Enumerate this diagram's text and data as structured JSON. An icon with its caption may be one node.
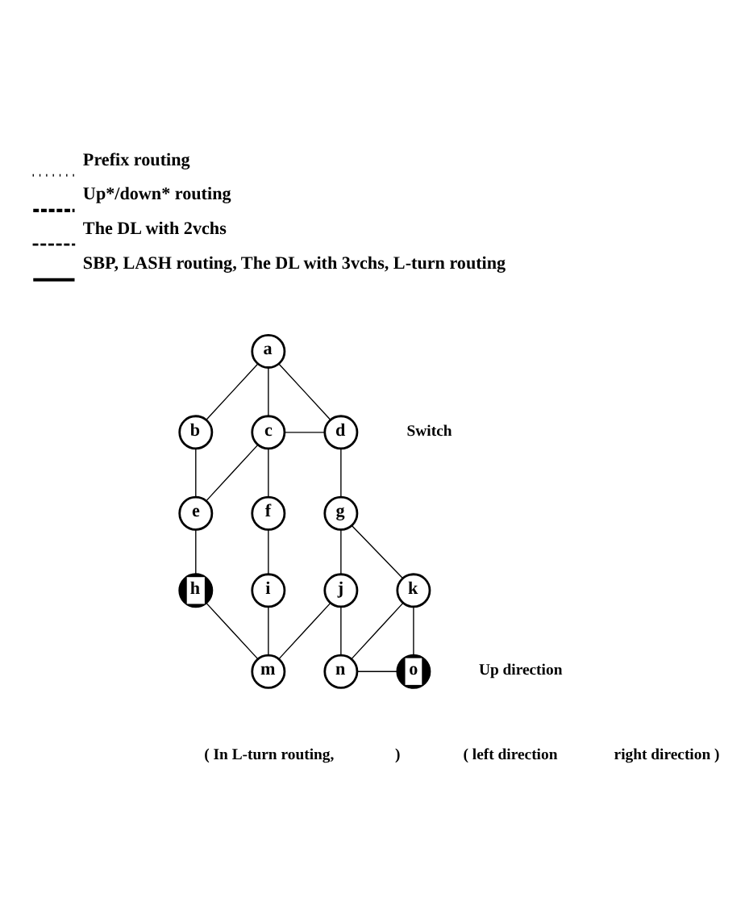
{
  "diagram": {
    "nodes": [
      {
        "text": [
          "a"
        ]
      },
      {
        "text": [
          "b"
        ]
      },
      {
        "text": [
          "c"
        ]
      },
      {
        "text": [
          "d"
        ]
      },
      {
        "text": [
          "e"
        ]
      },
      {
        "text": [
          "f"
        ]
      },
      {
        "text": [
          "g"
        ]
      },
      {
        "text": [
          "h"
        ]
      },
      {
        "text": [
          "i"
        ]
      },
      {
        "text": [
          "j"
        ]
      },
      {
        "text": [
          "k"
        ]
      },
      {
        "text": [
          "m"
        ]
      },
      {
        "text": [
          "n"
        ]
      },
      {
        "text": [
          "o"
        ]
      }
    ],
    "edges": [
      {
        "from": 0,
        "to": 1,
        "arrow": "none"
      },
      {
        "from": 0,
        "to": 2,
        "arrow": "none"
      },
      {
        "from": 0,
        "to": 3,
        "arrow": "none"
      },
      {
        "from": 1,
        "to": 4,
        "arrow": "none"
      },
      {
        "from": 2,
        "to": 3,
        "arrow": "none"
      },
      {
        "from": 2,
        "to": 4,
        "arrow": "none"
      },
      {
        "from": 2,
        "to": 5,
        "arrow": "none"
      },
      {
        "from": 3,
        "to": 6,
        "arrow": "none"
      },
      {
        "from": 4,
        "to": 7,
        "arrow": "none"
      },
      {
        "from": 5,
        "to": 8,
        "arrow": "none"
      },
      {
        "from": 6,
        "to": 9,
        "arrow": "none"
      },
      {
        "from": 6,
        "to": 10,
        "arrow": "none"
      },
      {
        "from": 7,
        "to": 11,
        "arrow": "none"
      },
      {
        "from": 8,
        "to": 11,
        "arrow": "none"
      },
      {
        "from": 9,
        "to": 11,
        "arrow": "none"
      },
      {
        "from": 9,
        "to": 12,
        "arrow": "none"
      },
      {
        "from": 10,
        "to": 12,
        "arrow": "none"
      },
      {
        "from": 10,
        "to": 13,
        "arrow": "none"
      },
      {
        "from": 12,
        "to": 13,
        "arrow": "none"
      }
    ],
    "labels": [
      "Switch",
      "Up direction",
      "( In L-turn routing,",
      ")",
      "( left direction",
      "right direction )"
    ],
    "legend": [
      {
        "text": "Prefix routing"
      },
      {
        "text": "Up*/down* routing"
      },
      {
        "text": "The DL with 2vchs"
      },
      {
        "text": "SBP, LASH routing, The DL with 3vchs, L-turn routing"
      }
    ]
  }
}
